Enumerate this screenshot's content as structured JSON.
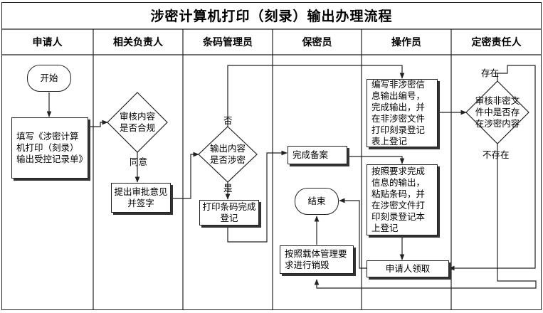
{
  "title": "涉密计算机打印（刻录）输出办理流程",
  "lanes": [
    "申请人",
    "相关负责人",
    "条码管理员",
    "保密员",
    "操作员",
    "定密责任人"
  ],
  "nodes": {
    "start": "开始",
    "fill_form": "填写《涉密计算机打印（刻录）输出受控记录单》",
    "review_compliance": "审核内容是否合规",
    "sign_approval": "提出审批意见并签字",
    "check_classified": "输出内容是否涉密",
    "print_barcode": "打印条码完成登记",
    "complete_filing": "完成备案",
    "nonclassified_output": "编写非涉密信息输出编号，完成输出，并在非涉密文件打印刻录登记表上登记",
    "classified_output": "按照要求完成信息的输出，粘贴条码，并在涉密文件打印刻录登记本上登记",
    "review_nonclassified": "审核非密文件中是否存在涉密内容",
    "applicant_receive": "申请人领取",
    "destroy": "按照载体管理要求进行销毁",
    "end": "结束"
  },
  "edge_labels": {
    "agree": "同意",
    "no": "否",
    "yes": "是",
    "exists": "存在",
    "not_exists": "不存在"
  }
}
